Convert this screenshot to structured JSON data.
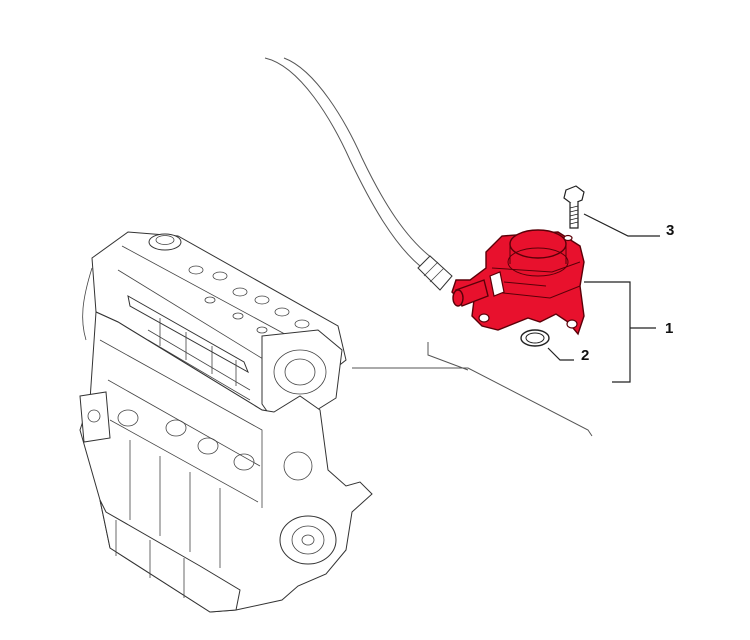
{
  "callouts": {
    "c1": "1",
    "c2": "2",
    "c3": "3"
  },
  "colors": {
    "highlight": "#e8112d",
    "line": "#222222",
    "faint": "#9a9a9a"
  }
}
